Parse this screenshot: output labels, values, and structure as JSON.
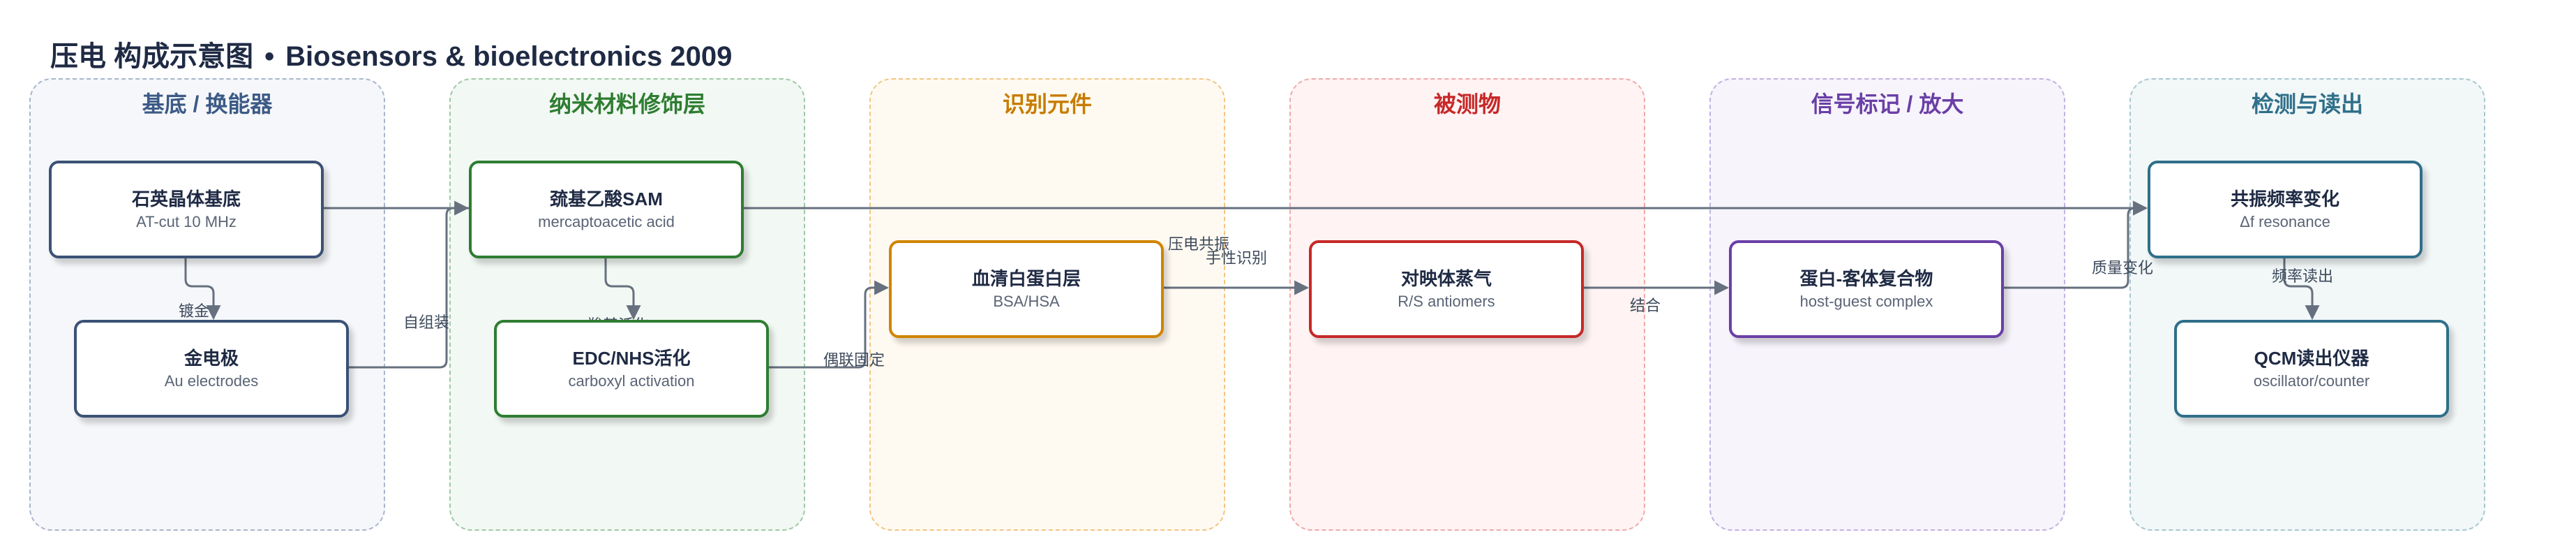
{
  "title": {
    "left": "压电 构成示意图",
    "dot": "•",
    "right": "Biosensors & bioelectronics 2009"
  },
  "colors": {
    "edge": "#66707f",
    "text": "#1f2a44"
  },
  "panels": [
    {
      "title": "基底 / 换能器",
      "border": "#a9b6cc",
      "fill": "#f5f7fa",
      "title_color": "#3c5a86"
    },
    {
      "title": "纳米材料修饰层",
      "border": "#9fc9a5",
      "fill": "#f2f8f3",
      "title_color": "#2e7d32"
    },
    {
      "title": "识别元件",
      "border": "#f2c581",
      "fill": "#fffaf1",
      "title_color": "#c77c00"
    },
    {
      "title": "被测物",
      "border": "#f0a9a9",
      "fill": "#fff3f3",
      "title_color": "#c62828"
    },
    {
      "title": "信号标记 / 放大",
      "border": "#c2b2e0",
      "fill": "#f7f4fc",
      "title_color": "#6a3fa6"
    },
    {
      "title": "检测与读出",
      "border": "#a7c7d1",
      "fill": "#f2f7f7",
      "title_color": "#2f6f8a"
    }
  ],
  "nodes": {
    "quartz": {
      "main": "石英晶体基底",
      "sub": "AT-cut 10 MHz",
      "border": "#3b5275"
    },
    "au": {
      "main": "金电极",
      "sub": "Au electrodes",
      "border": "#3b5275"
    },
    "sam": {
      "main": "巯基乙酸SAM",
      "sub": "mercaptoacetic acid",
      "border": "#2e7d32"
    },
    "edc": {
      "main": "EDC/NHS活化",
      "sub": "carboxyl activation",
      "border": "#2e7d32"
    },
    "bsa": {
      "main": "血清白蛋白层",
      "sub": "BSA/HSA",
      "border": "#d08400"
    },
    "enant": {
      "main": "对映体蒸气",
      "sub": "R/S antiomers",
      "border": "#c62828"
    },
    "complex": {
      "main": "蛋白-客体复合物",
      "sub": "host-guest complex",
      "border": "#6a3fa6"
    },
    "freq": {
      "main": "共振频率变化",
      "sub": "Δf resonance",
      "border": "#2f6f8a"
    },
    "qcm": {
      "main": "QCM读出仪器",
      "sub": "oscillator/counter",
      "border": "#2f6f8a"
    }
  },
  "edges": {
    "plating": "镀金",
    "self_assembly": "自组装",
    "carboxyl": "羧基活化",
    "coupling": "偶联固定",
    "piezo": "压电共振",
    "chiral": "手性识别",
    "binding1": "结合",
    "binding2": "结合",
    "mass": "质量变化",
    "readout": "频率读出"
  }
}
